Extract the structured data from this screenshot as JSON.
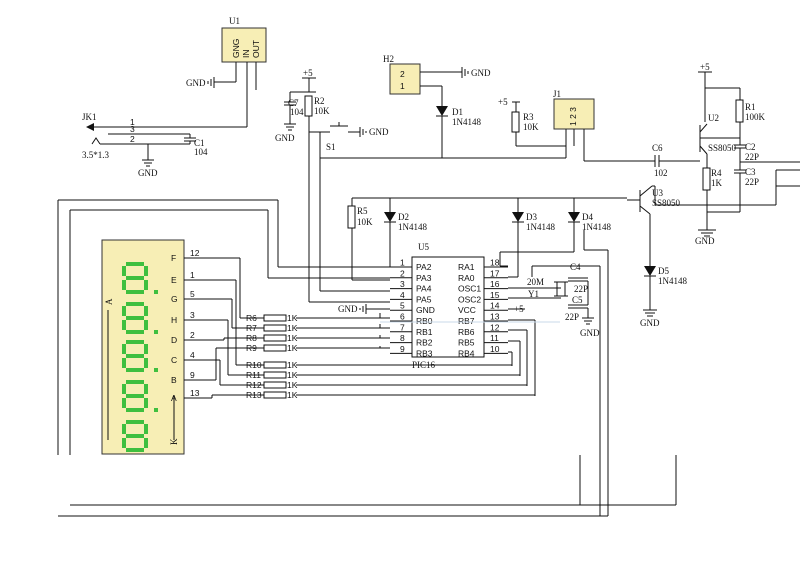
{
  "components": {
    "u1": {
      "ref": "U1",
      "pins": [
        "GNG",
        "IN",
        "OUT"
      ],
      "gnd": "GND"
    },
    "h2": {
      "ref": "H2",
      "pins": [
        "2",
        "1"
      ],
      "gnd": "GND"
    },
    "d1": {
      "ref": "D1",
      "value": "1N4148"
    },
    "jk1": {
      "ref": "JK1",
      "pins": [
        "1",
        "3",
        "2"
      ],
      "value": "3.5*1.3",
      "gnd": "GND"
    },
    "c1": {
      "ref": "C1",
      "value": "104"
    },
    "c7": {
      "ref": "C7",
      "value": "104",
      "gnd": "GND"
    },
    "r2": {
      "ref": "R2",
      "value": "10K"
    },
    "s1": {
      "ref": "S1",
      "gnd": "GND"
    },
    "vcc_top": "+5",
    "r3": {
      "ref": "R3",
      "value": "10K",
      "vcc": "+5"
    },
    "j1": {
      "ref": "J1",
      "pins": "1 2 3"
    },
    "c6": {
      "ref": "C6",
      "value": "102"
    },
    "q2": {
      "ref": "U2",
      "value": "SS8050"
    },
    "r1": {
      "ref": "R1",
      "value": "100K"
    },
    "c2": {
      "ref": "C2",
      "value": "22P"
    },
    "c3": {
      "ref": "C3",
      "value": "22P"
    },
    "r4": {
      "ref": "R4",
      "value": "1K"
    },
    "q3": {
      "ref": "U3",
      "value": "SS8050"
    },
    "d5": {
      "ref": "D5",
      "value": "1N4148",
      "gnd": "GND"
    },
    "q_gnd": "GND",
    "r5": {
      "ref": "R5",
      "value": "10K"
    },
    "d2": {
      "ref": "D2",
      "value": "1N4148"
    },
    "d3": {
      "ref": "D3",
      "value": "1N4148"
    },
    "d4": {
      "ref": "D4",
      "value": "1N4148"
    },
    "u5": {
      "ref": "U5",
      "name": "PIC16",
      "left_pins": [
        {
          "num": "1",
          "name": "PA2"
        },
        {
          "num": "2",
          "name": "PA3"
        },
        {
          "num": "3",
          "name": "PA4"
        },
        {
          "num": "4",
          "name": "PA5"
        },
        {
          "num": "5",
          "name": "GND"
        },
        {
          "num": "6",
          "name": "RB0"
        },
        {
          "num": "7",
          "name": "RB1"
        },
        {
          "num": "8",
          "name": "RB2"
        },
        {
          "num": "9",
          "name": "RB3"
        }
      ],
      "right_pins": [
        {
          "num": "18",
          "name": "RA1"
        },
        {
          "num": "17",
          "name": "RA0"
        },
        {
          "num": "16",
          "name": "OSC1"
        },
        {
          "num": "15",
          "name": "OSC2"
        },
        {
          "num": "14",
          "name": "VCC"
        },
        {
          "num": "13",
          "name": "RB7"
        },
        {
          "num": "12",
          "name": "RB6"
        },
        {
          "num": "11",
          "name": "RB5"
        },
        {
          "num": "10",
          "name": "RB4"
        }
      ],
      "gnd": "GND",
      "vcc": "+5"
    },
    "crystal": {
      "ref": "Y1",
      "value": "20M"
    },
    "c4": {
      "ref": "C4",
      "value": "22P"
    },
    "c5": {
      "ref": "C5",
      "value": "22P",
      "gnd": "GND"
    },
    "resistors": [
      {
        "ref": "R6",
        "value": "1K"
      },
      {
        "ref": "R7",
        "value": "1K"
      },
      {
        "ref": "R8",
        "value": "1K"
      },
      {
        "ref": "R9",
        "value": "1K"
      },
      {
        "ref": "R10",
        "value": "1K"
      },
      {
        "ref": "R11",
        "value": "1K"
      },
      {
        "ref": "R12",
        "value": "1K"
      },
      {
        "ref": "R13",
        "value": "1K"
      }
    ],
    "display": {
      "side_label": "A",
      "bottom_label": "K",
      "segments": [
        "F",
        "E",
        "G",
        "H",
        "D",
        "C",
        "B",
        "A"
      ],
      "pin_numbers": [
        "12",
        "1",
        "5",
        "3",
        "2",
        "4",
        "9",
        "13"
      ],
      "digit_color": "#3fbf3f",
      "body_color": "#f7eeb5"
    }
  },
  "colors": {
    "wire": "#111111",
    "part": "#f7eeb5"
  }
}
